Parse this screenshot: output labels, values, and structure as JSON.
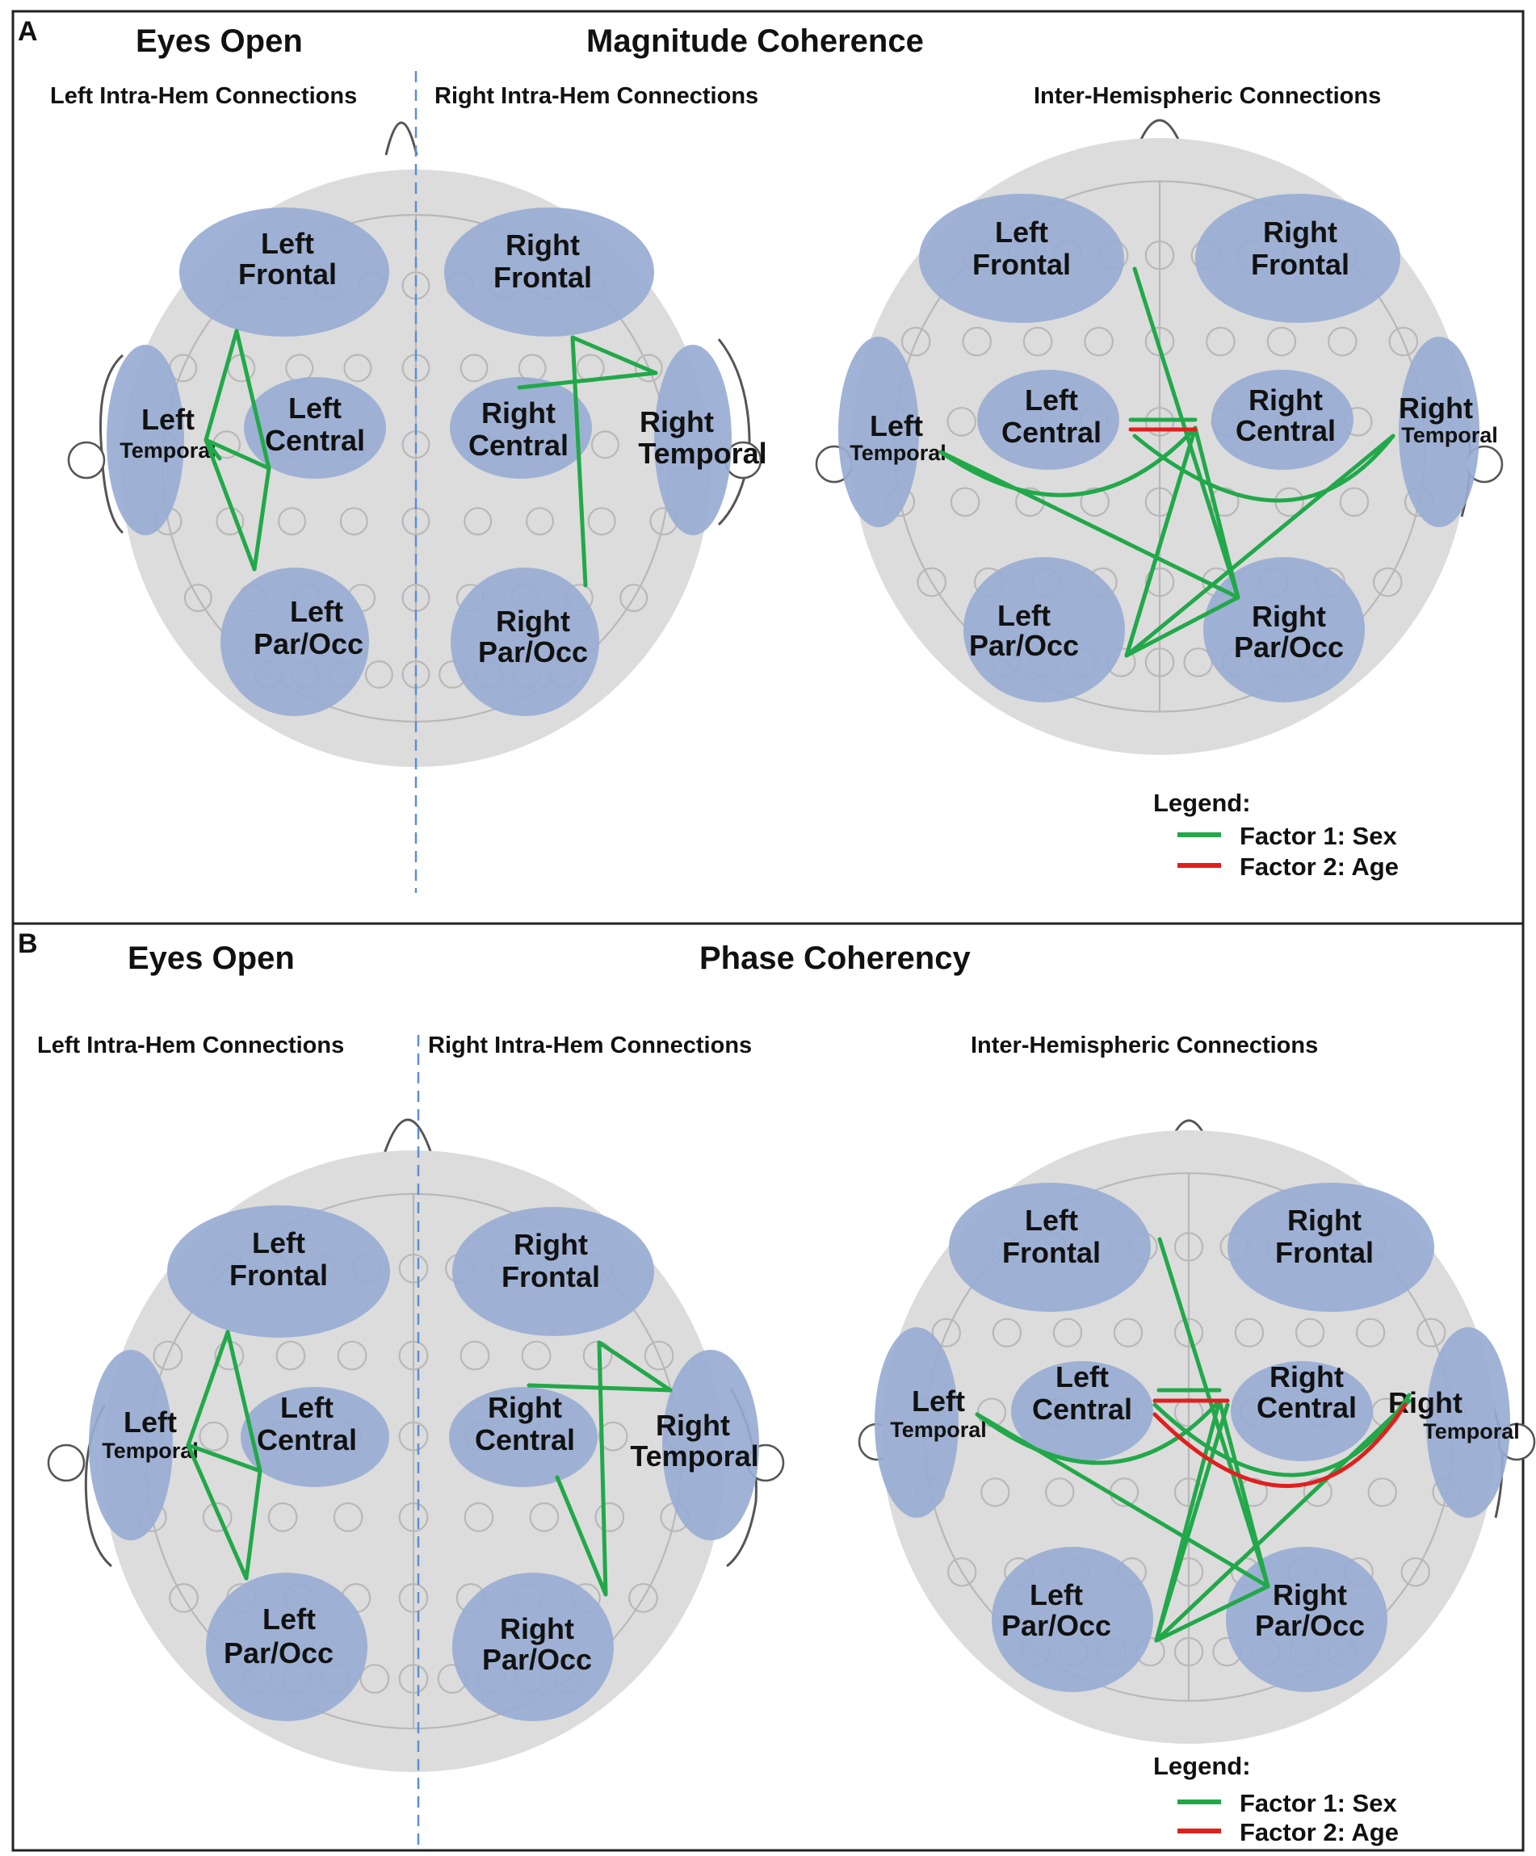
{
  "panels": [
    {
      "letter": "A",
      "condition": "Eyes Open",
      "title": "Magnitude Coherence",
      "sections": {
        "left": "Left Intra-Hem Connections",
        "right": "Right Intra-Hem Connections",
        "inter": "Inter-Hemispheric Connections"
      },
      "regions": {
        "left_frontal": [
          "Left",
          "Frontal"
        ],
        "right_frontal": [
          "Right",
          "Frontal"
        ],
        "left_temporal": [
          "Left",
          "Temporal"
        ],
        "left_central": [
          "Left",
          "Central"
        ],
        "right_central": [
          "Right",
          "Central"
        ],
        "right_temporal": [
          "Right",
          "Temporal"
        ],
        "left_parocc": [
          "Left",
          "Par/Occ"
        ],
        "right_parocc": [
          "Right",
          "Par/Occ"
        ]
      },
      "legend": {
        "heading": "Legend:",
        "items": [
          {
            "label": "Factor 1: Sex",
            "color": "#22a84a"
          },
          {
            "label": "Factor 2: Age",
            "color": "#e0201e"
          }
        ]
      }
    },
    {
      "letter": "B",
      "condition": "Eyes Open",
      "title": "Phase Coherency",
      "sections": {
        "left": "Left Intra-Hem Connections",
        "right": "Right Intra-Hem Connections",
        "inter": "Inter-Hemispheric Connections"
      },
      "regions": {
        "left_frontal": [
          "Left",
          "Frontal"
        ],
        "right_frontal": [
          "Right",
          "Frontal"
        ],
        "left_temporal": [
          "Left",
          "Temporal"
        ],
        "left_central": [
          "Left",
          "Central"
        ],
        "right_central": [
          "Right",
          "Central"
        ],
        "right_temporal": [
          "Right",
          "Temporal"
        ],
        "left_parocc": [
          "Left",
          "Par/Occ"
        ],
        "right_parocc": [
          "Right",
          "Par/Occ"
        ]
      },
      "legend": {
        "heading": "Legend:",
        "items": [
          {
            "label": "Factor 1: Sex",
            "color": "#22a84a"
          },
          {
            "label": "Factor 2: Age",
            "color": "#e0201e"
          }
        ]
      }
    }
  ],
  "colors": {
    "head_fill": "#dcdcdc",
    "region_fill": "#98acd3",
    "sex_line": "#22a84a",
    "age_line": "#e0201e",
    "midline": "#5b8fd4"
  },
  "icons": [
    "head-outline-icon",
    "electrode-icon",
    "ear-icon",
    "nose-icon"
  ]
}
